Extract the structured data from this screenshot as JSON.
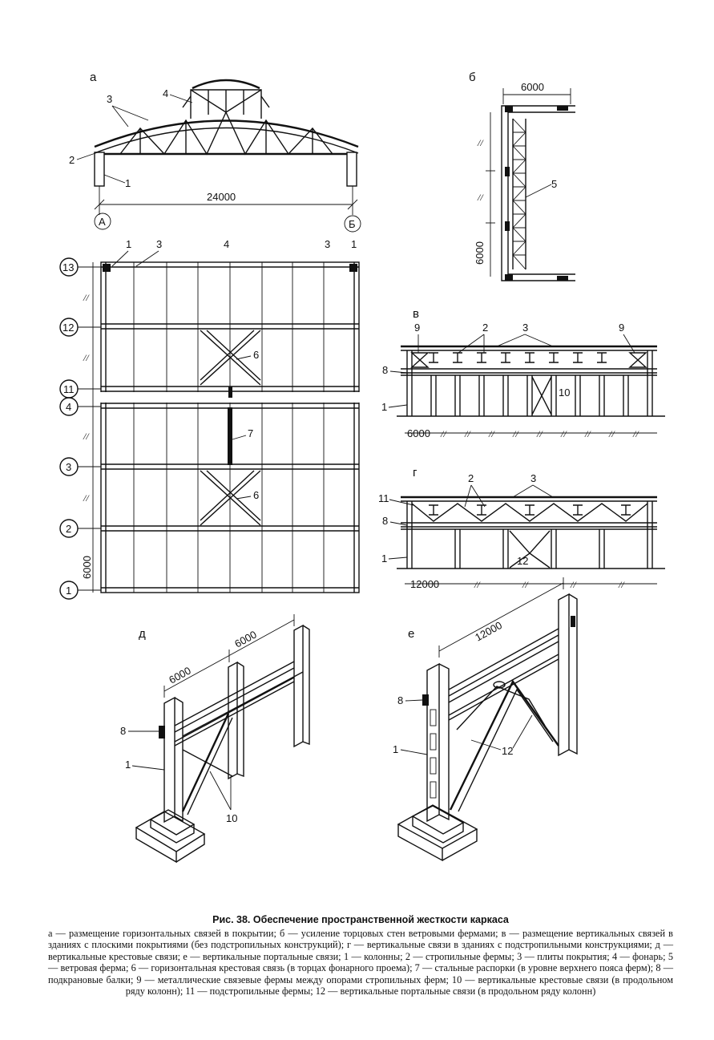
{
  "figure": {
    "panel_labels": {
      "a": "а",
      "b": "б",
      "v": "в",
      "g": "г",
      "d": "д",
      "e": "е"
    },
    "callouts": {
      "n1": "1",
      "n2": "2",
      "n3": "3",
      "n4": "4",
      "n5": "5",
      "n6": "6",
      "n7": "7",
      "n8": "8",
      "n9": "9",
      "n10": "10",
      "n11": "11",
      "n12": "12"
    },
    "dimensions": {
      "d24000": "24000",
      "d6000": "6000",
      "d12000": "12000",
      "ditto": "//"
    },
    "axes": {
      "A": "А",
      "B": "Б",
      "ax13": "13",
      "ax12": "12",
      "ax11": "11",
      "ax4": "4",
      "ax3": "3",
      "ax2": "2",
      "ax1": "1"
    }
  },
  "caption": {
    "title": "Рис. 38. Обеспечение пространственной жесткости каркаса",
    "body": "а — размещение горизонтальных связей в покрытии; б — усиление торцовых стен ветровыми фермами; в — размещение вертикальных связей в зданиях с плоскими покрытиями (без подстропильных конструкций); г — вертикальные связи в зданиях с подстропильными конструкциями; д — вертикальные крестовые связи; е — вертикальные портальные связи; 1 — колонны; 2 — стропильные фермы; 3 — плиты покрытия; 4 — фонарь; 5 — ветровая ферма; 6 — горизонтальная крестовая связь (в торцах фонарного проема); 7 — стальные распорки (в уровне верхнего пояса ферм); 8 — подкрановые балки; 9 — металлические связевые фермы между опорами стропильных ферм; 10 — вертикальные крестовые связи (в продольном ряду колонн); 11 — подстропильные фермы; 12 — вертикальные портальные связи (в продольном ряду колонн)"
  }
}
